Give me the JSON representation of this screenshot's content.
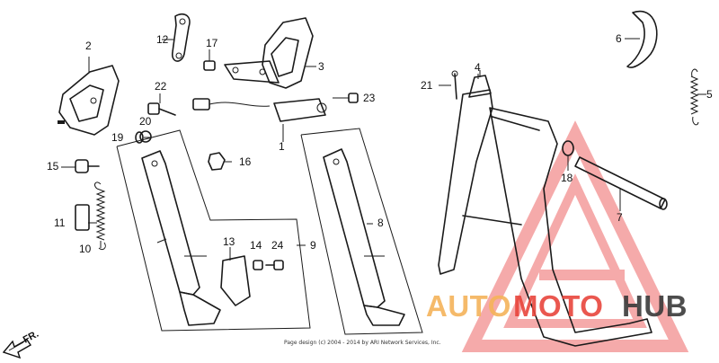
{
  "diagram": {
    "labels": [
      {
        "id": "p1",
        "text": "1"
      },
      {
        "id": "p2",
        "text": "2"
      },
      {
        "id": "p3",
        "text": "3"
      },
      {
        "id": "p4",
        "text": "4"
      },
      {
        "id": "p5",
        "text": "5"
      },
      {
        "id": "p6",
        "text": "6"
      },
      {
        "id": "p7",
        "text": "7"
      },
      {
        "id": "p8",
        "text": "8"
      },
      {
        "id": "p9",
        "text": "9"
      },
      {
        "id": "p10",
        "text": "10"
      },
      {
        "id": "p11",
        "text": "11"
      },
      {
        "id": "p12",
        "text": "12"
      },
      {
        "id": "p13",
        "text": "13"
      },
      {
        "id": "p14",
        "text": "14"
      },
      {
        "id": "p15",
        "text": "15"
      },
      {
        "id": "p16",
        "text": "16"
      },
      {
        "id": "p17",
        "text": "17"
      },
      {
        "id": "p18",
        "text": "18"
      },
      {
        "id": "p19",
        "text": "19"
      },
      {
        "id": "p20",
        "text": "20"
      },
      {
        "id": "p21",
        "text": "21"
      },
      {
        "id": "p22",
        "text": "22"
      },
      {
        "id": "p23",
        "text": "23"
      },
      {
        "id": "p24",
        "text": "24"
      }
    ],
    "direction_label": "FR.",
    "copyright": "Page design (c) 2004 - 2014 by ARI Network Services, Inc."
  },
  "watermark": {
    "text_orange": "AUTO",
    "text_red": "MOTO",
    "text_dark": "HUB",
    "colors": {
      "orange": "#f5b35a",
      "red": "#e8453c",
      "dark": "#3a3a3a",
      "triangle": "#f08080"
    }
  }
}
